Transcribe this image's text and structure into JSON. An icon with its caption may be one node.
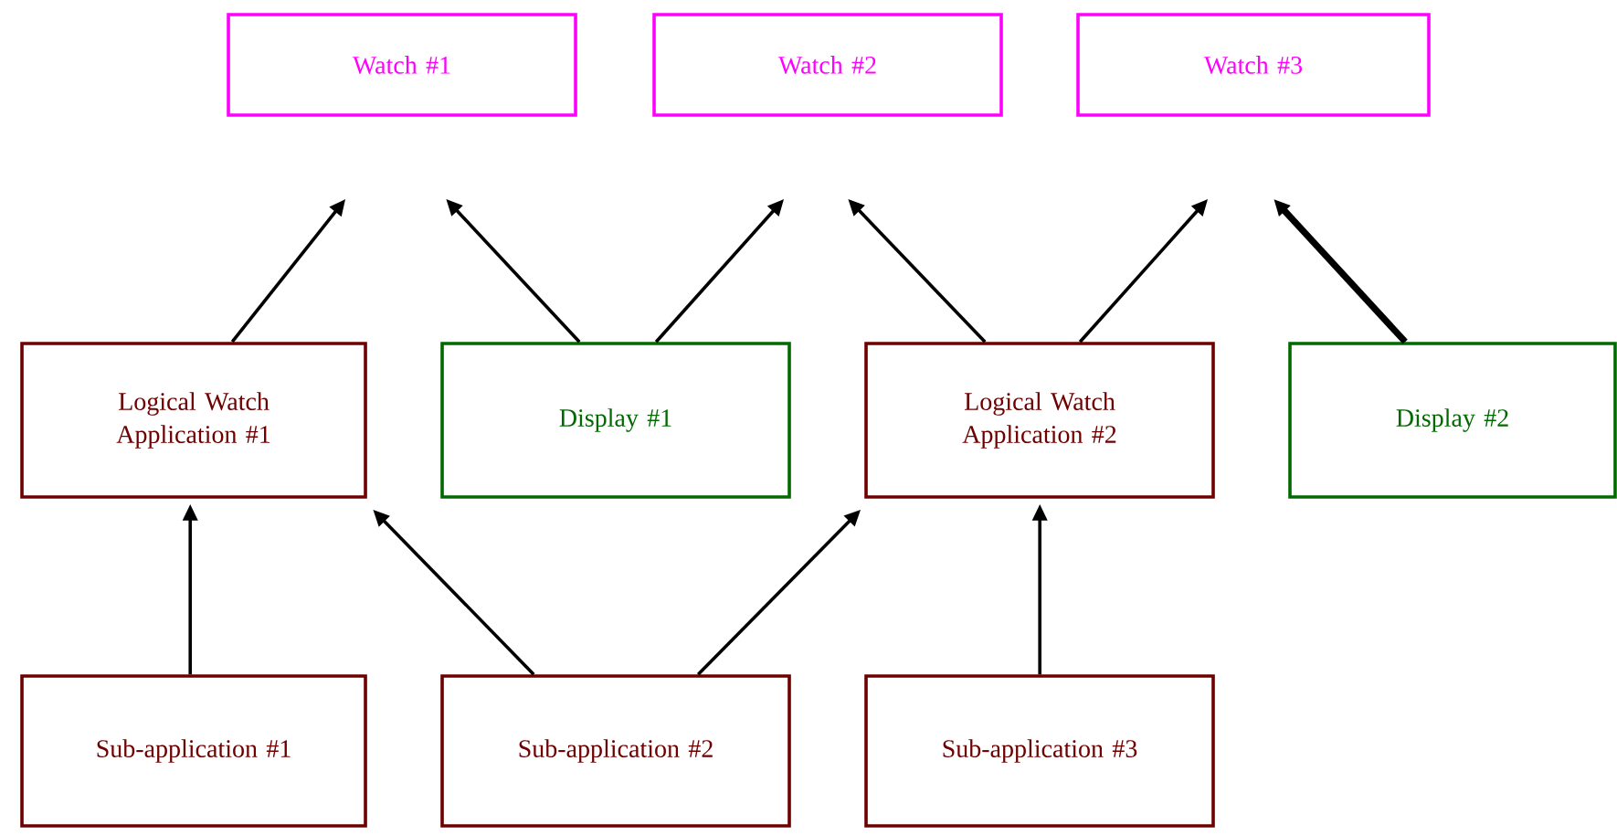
{
  "diagram": {
    "nodes": [
      {
        "text": [
          "Watch #1"
        ]
      },
      {
        "text": [
          "Watch #2"
        ]
      },
      {
        "text": [
          "Watch #3"
        ]
      },
      {
        "text": [
          "Logical Watch Application #1"
        ]
      },
      {
        "text": [
          "Display #1"
        ]
      },
      {
        "text": [
          "Logical Watch Application #2"
        ]
      },
      {
        "text": [
          "Display #2"
        ]
      },
      {
        "text": [
          "Sub-application #1"
        ]
      },
      {
        "text": [
          "Sub-application #2"
        ]
      },
      {
        "text": [
          "Sub-application #3"
        ]
      }
    ],
    "edges": [
      {
        "from": 3,
        "to": 0,
        "arrow": "to"
      },
      {
        "from": 4,
        "to": 0,
        "arrow": "to"
      },
      {
        "from": 4,
        "to": 1,
        "arrow": "to"
      },
      {
        "from": 5,
        "to": 1,
        "arrow": "to"
      },
      {
        "from": 5,
        "to": 2,
        "arrow": "to"
      },
      {
        "from": 6,
        "to": 2,
        "arrow": "to",
        "style": "thick"
      },
      {
        "from": 7,
        "to": 3,
        "arrow": "to"
      },
      {
        "from": 8,
        "to": 3,
        "arrow": "to"
      },
      {
        "from": 8,
        "to": 5,
        "arrow": "to"
      },
      {
        "from": 9,
        "to": 5,
        "arrow": "to"
      }
    ]
  }
}
